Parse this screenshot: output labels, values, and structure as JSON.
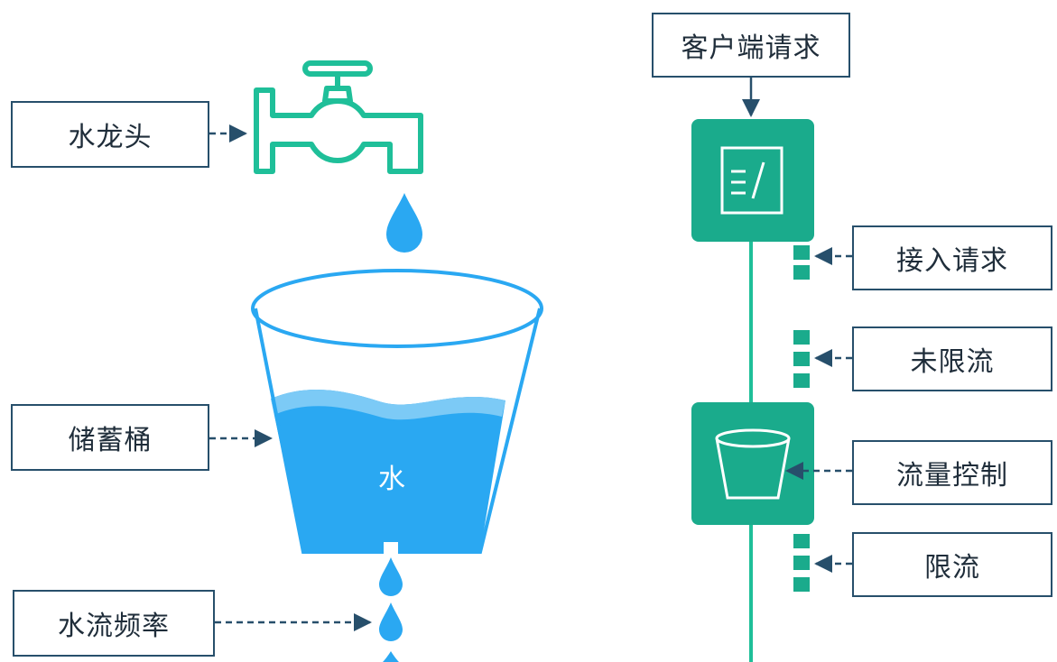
{
  "left": {
    "faucet_label": "水龙头",
    "bucket_label": "储蓄桶",
    "water_label": "水",
    "flow_label": "水流频率"
  },
  "right": {
    "client_label": "客户端请求",
    "accept_label": "接入请求",
    "unlimited_label": "未限流",
    "control_label": "流量控制",
    "limited_label": "限流"
  },
  "colors": {
    "teal": "#1aab8c",
    "teal_light": "#24c49d",
    "water": "#2aa8f2",
    "water_light": "#7ccaf6",
    "navy": "#274f6b"
  },
  "icons": {
    "faucet": "faucet-icon",
    "drop": "water-drop-icon",
    "bucket": "bucket-icon",
    "document": "document-icon",
    "small_bucket": "bucket-outline-icon"
  }
}
